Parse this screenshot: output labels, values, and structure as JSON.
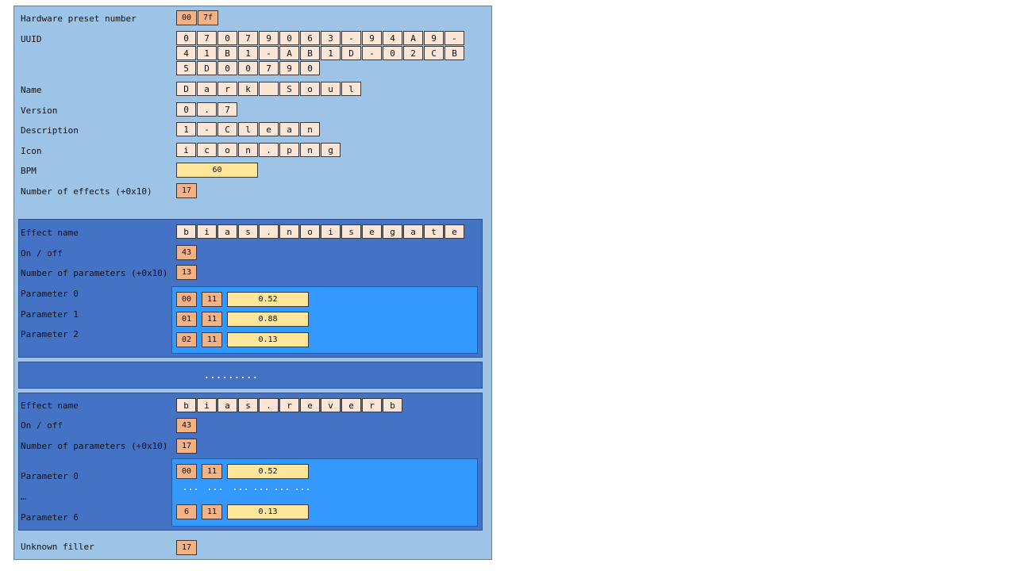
{
  "header": {
    "preset_label": "Hardware preset number",
    "preset_bytes": [
      "00",
      "7f"
    ],
    "uuid_label": "UUID",
    "uuid_rows": [
      [
        "0",
        "7",
        "0",
        "7",
        "9",
        "0",
        "6",
        "3",
        "-",
        "9",
        "4",
        "A",
        "9",
        "-"
      ],
      [
        "4",
        "1",
        "B",
        "1",
        "-",
        "A",
        "B",
        "1",
        "D",
        "-",
        "0",
        "2",
        "C",
        "B"
      ],
      [
        "5",
        "D",
        "0",
        "0",
        "7",
        "9",
        "0"
      ]
    ],
    "name_label": "Name",
    "name_chars": [
      "D",
      "a",
      "r",
      "k",
      " ",
      "S",
      "o",
      "u",
      "l"
    ],
    "version_label": "Version",
    "version_chars": [
      "0",
      ".",
      "7"
    ],
    "description_label": "Description",
    "description_chars": [
      "1",
      "-",
      "C",
      "l",
      "e",
      "a",
      "n"
    ],
    "icon_label": "Icon",
    "icon_chars": [
      "i",
      "c",
      "o",
      "n",
      ".",
      "p",
      "n",
      "g"
    ],
    "bpm_label": "BPM",
    "bpm_value": "60",
    "effects_count_label": "Number of effects (+0x10)",
    "effects_count": "17"
  },
  "effect1": {
    "name_label": "Effect name",
    "name_chars": [
      "b",
      "i",
      "a",
      "s",
      ".",
      "n",
      "o",
      "i",
      "s",
      "e",
      "g",
      "a",
      "t",
      "e"
    ],
    "onoff_label": "On / off",
    "onoff": "43",
    "nparams_label": "Number of parameters (+0x10)",
    "nparams": "13",
    "param_labels": [
      "Parameter 0",
      "Parameter 1",
      "Parameter 2"
    ],
    "params": [
      {
        "idx": "00",
        "type": "11",
        "value": "0.52"
      },
      {
        "idx": "01",
        "type": "11",
        "value": "0.88"
      },
      {
        "idx": "02",
        "type": "11",
        "value": "0.13"
      }
    ]
  },
  "ellipsis_block": ".........",
  "effect2": {
    "name_label": "Effect name",
    "name_chars": [
      "b",
      "i",
      "a",
      "s",
      ".",
      "r",
      "e",
      "v",
      "e",
      "r",
      "b"
    ],
    "onoff_label": "On / off",
    "onoff": "43",
    "nparams_label": "Number of parameters (+0x10)",
    "nparams": "17",
    "param_label_first": "Parameter 0",
    "param_label_mid": "…",
    "param_label_last": "Parameter 6",
    "param_first": {
      "idx": "00",
      "type": "11",
      "value": "0.52"
    },
    "param_dots": [
      "...",
      "...",
      "...",
      "...",
      "...",
      "..."
    ],
    "param_last": {
      "idx": "6",
      "type": "11",
      "value": "0.13"
    }
  },
  "footer": {
    "filler_label": "Unknown filler",
    "filler_value": "17"
  },
  "colors": {
    "panel": "#9dc3e6",
    "effect": "#4472c4",
    "params": "#3399ff",
    "char_cell": "#fbe5d6",
    "hex_cell": "#f4b183",
    "number_cell": "#ffe699"
  }
}
